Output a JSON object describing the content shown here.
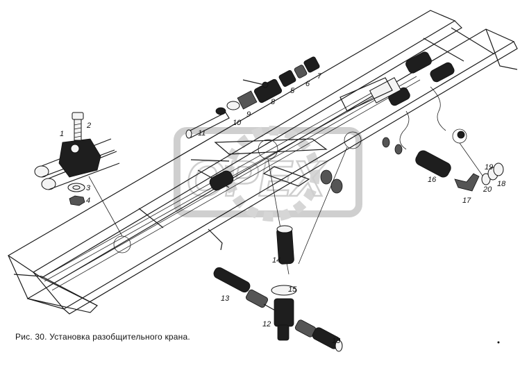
{
  "caption": "Рис. 30. Установка разобщительного крана.",
  "watermark_text": "OPEX",
  "callouts": [
    "1",
    "2",
    "3",
    "4",
    "5",
    "6",
    "7",
    "8",
    "9",
    "10",
    "11",
    "12",
    "13",
    "13",
    "14",
    "15",
    "16",
    "17",
    "18",
    "19",
    "20"
  ]
}
